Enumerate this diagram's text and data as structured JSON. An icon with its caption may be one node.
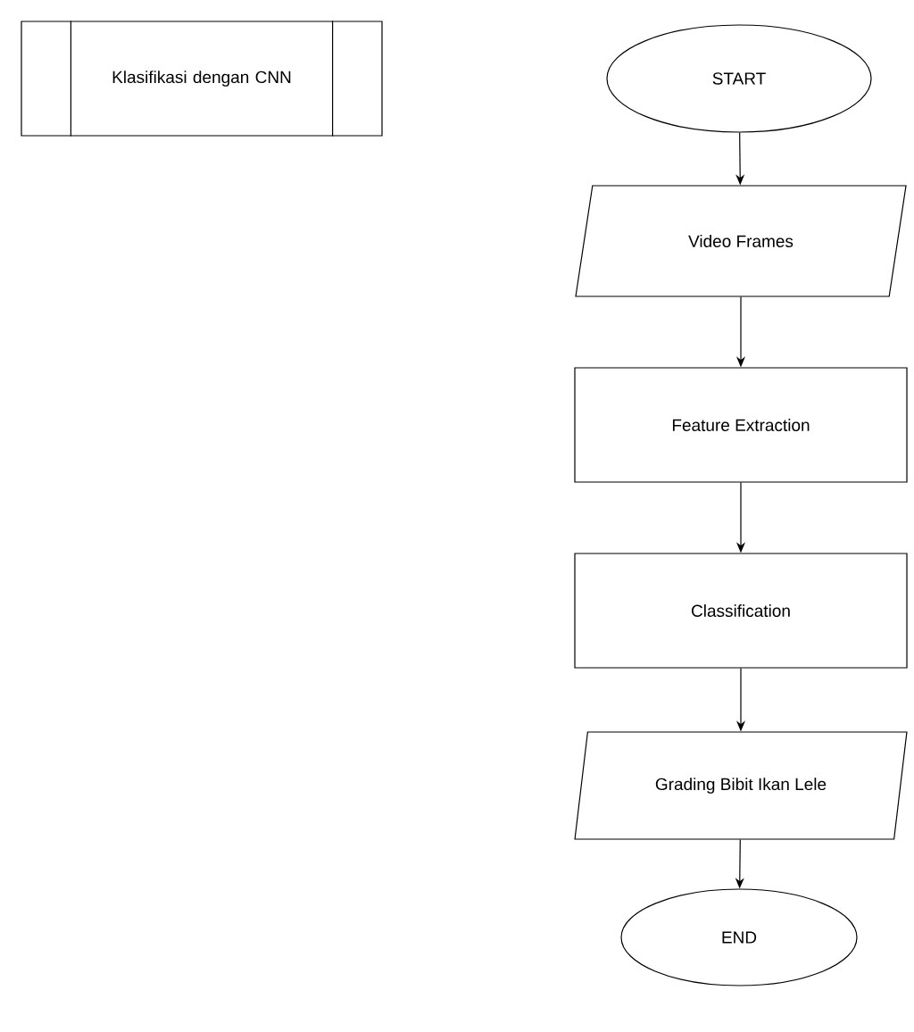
{
  "diagram": {
    "nodes": [
      {
        "text": [
          "Klasifikasi dengan CNN"
        ]
      },
      {
        "text": [
          "START"
        ]
      },
      {
        "text": [
          "Video Frames"
        ]
      },
      {
        "text": [
          "Feature Extraction"
        ]
      },
      {
        "text": [
          "Classification"
        ]
      },
      {
        "text": [
          "Grading Bibit Ikan Lele"
        ]
      },
      {
        "text": [
          "END"
        ]
      }
    ],
    "edges": [
      {
        "from": 1,
        "to": 2,
        "arrow": "to"
      },
      {
        "from": 2,
        "to": 3,
        "arrow": "to"
      },
      {
        "from": 3,
        "to": 4,
        "arrow": "to"
      },
      {
        "from": 4,
        "to": 5,
        "arrow": "to"
      },
      {
        "from": 5,
        "to": 6,
        "arrow": "to"
      }
    ]
  }
}
